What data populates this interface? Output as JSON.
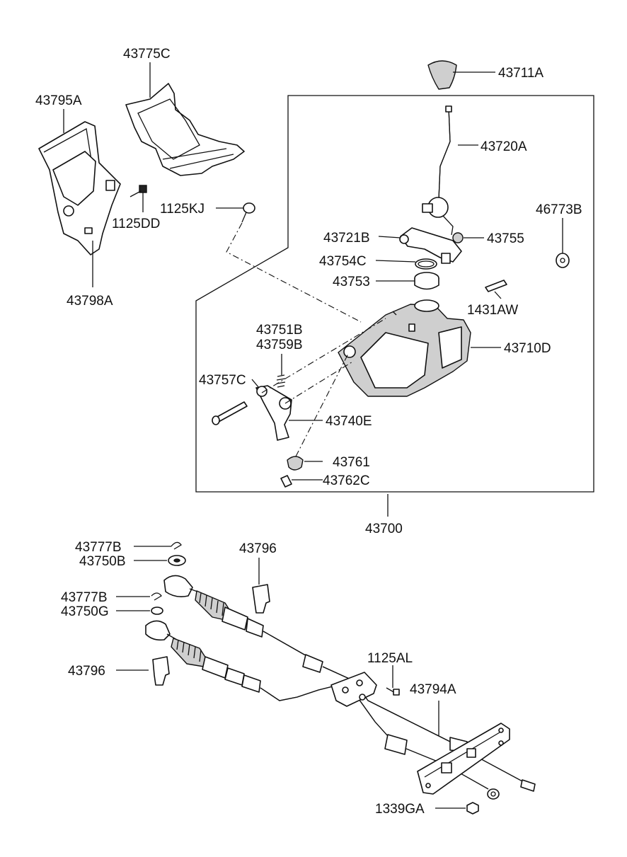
{
  "colors": {
    "ink": "#111111",
    "background": "#ffffff",
    "shade": "#cfcfcf"
  },
  "labels": {
    "p43711A": "43711A",
    "p43775C": "43775C",
    "p43795A": "43795A",
    "p43720A": "43720A",
    "p46773B": "46773B",
    "p1125KJ": "1125KJ",
    "p1125DD": "1125DD",
    "p43721B": "43721B",
    "p43755": "43755",
    "p43754C": "43754C",
    "p43753": "43753",
    "p43798A": "43798A",
    "p1431AW": "1431AW",
    "p43751B": "43751B",
    "p43759B": "43759B",
    "p43710D": "43710D",
    "p43757C": "43757C",
    "p43740E": "43740E",
    "p43761": "43761",
    "p43762C": "43762C",
    "p43700": "43700",
    "p43777B_a": "43777B",
    "p43750B": "43750B",
    "p43796_a": "43796",
    "p43777B_b": "43777B",
    "p43750G": "43750G",
    "p43796_b": "43796",
    "p1125AL": "1125AL",
    "p43794A": "43794A",
    "p1339GA": "1339GA"
  }
}
